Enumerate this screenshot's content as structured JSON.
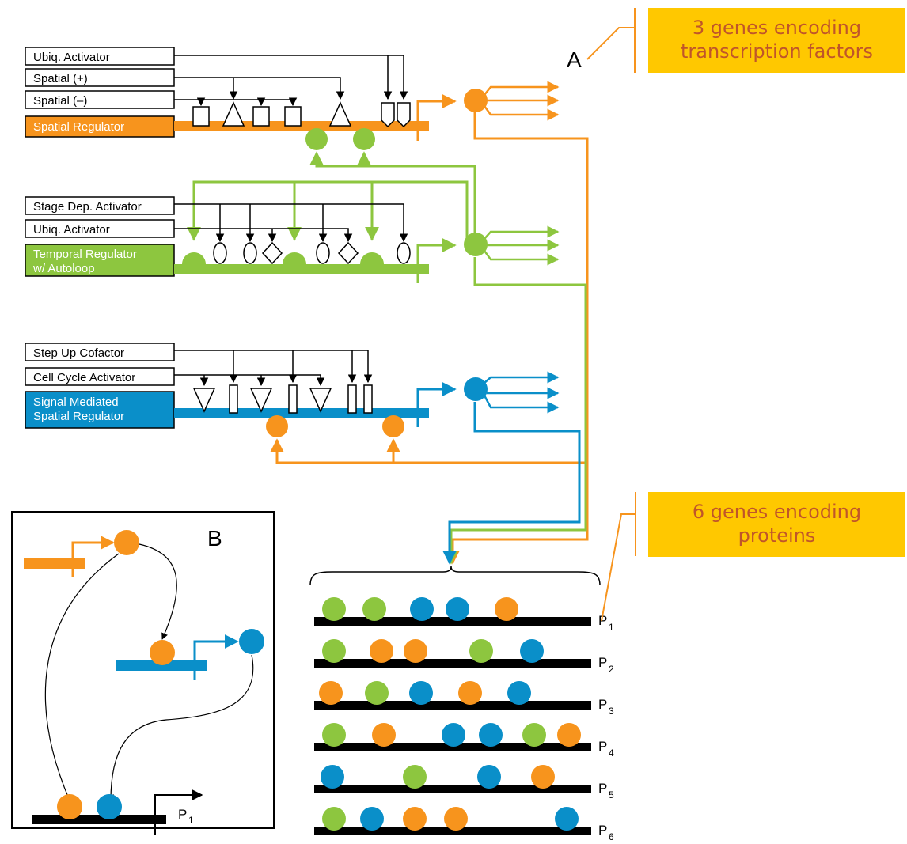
{
  "colors": {
    "orange": "#f7941d",
    "green": "#8dc63f",
    "blue": "#0a8fc9",
    "callout_bg": "#ffc800",
    "callout_text": "#c0552a"
  },
  "panel_a": {
    "letter": "A",
    "group_spatial": {
      "inputs": [
        "Ubiq. Activator",
        "Spatial (+)",
        "Spatial (–)"
      ],
      "regulator": [
        "Spatial Regulator"
      ]
    },
    "group_temporal": {
      "inputs": [
        "Stage Dep. Activator",
        "Ubiq. Activator"
      ],
      "regulator": [
        "Temporal Regulator",
        "w/ Autoloop"
      ]
    },
    "group_signal": {
      "inputs": [
        "Step Up Cofactor",
        "Cell Cycle Activator"
      ],
      "regulator": [
        "Signal Mediated",
        "Spatial Regulator"
      ]
    }
  },
  "panel_b": {
    "letter": "B",
    "promoter": "P",
    "promoter_sub": "1"
  },
  "callouts": [
    {
      "lines": [
        "3 genes encoding",
        "transcription factors"
      ]
    },
    {
      "lines": [
        "6 genes encoding",
        "proteins"
      ]
    }
  ],
  "promoters": [
    {
      "label": "P",
      "sub": "1",
      "sites": [
        "green",
        "green",
        "blue",
        "blue",
        "orange"
      ]
    },
    {
      "label": "P",
      "sub": "2",
      "sites": [
        "green",
        "orange",
        "orange",
        "green",
        "blue"
      ]
    },
    {
      "label": "P",
      "sub": "3",
      "sites": [
        "orange",
        "green",
        "blue",
        "orange",
        "blue"
      ]
    },
    {
      "label": "P",
      "sub": "4",
      "sites": [
        "green",
        "orange",
        "blue",
        "blue",
        "green",
        "orange"
      ]
    },
    {
      "label": "P",
      "sub": "5",
      "sites": [
        "blue",
        "green",
        "blue",
        "orange"
      ]
    },
    {
      "label": "P",
      "sub": "6",
      "sites": [
        "green",
        "blue",
        "orange",
        "orange",
        "blue"
      ]
    }
  ]
}
